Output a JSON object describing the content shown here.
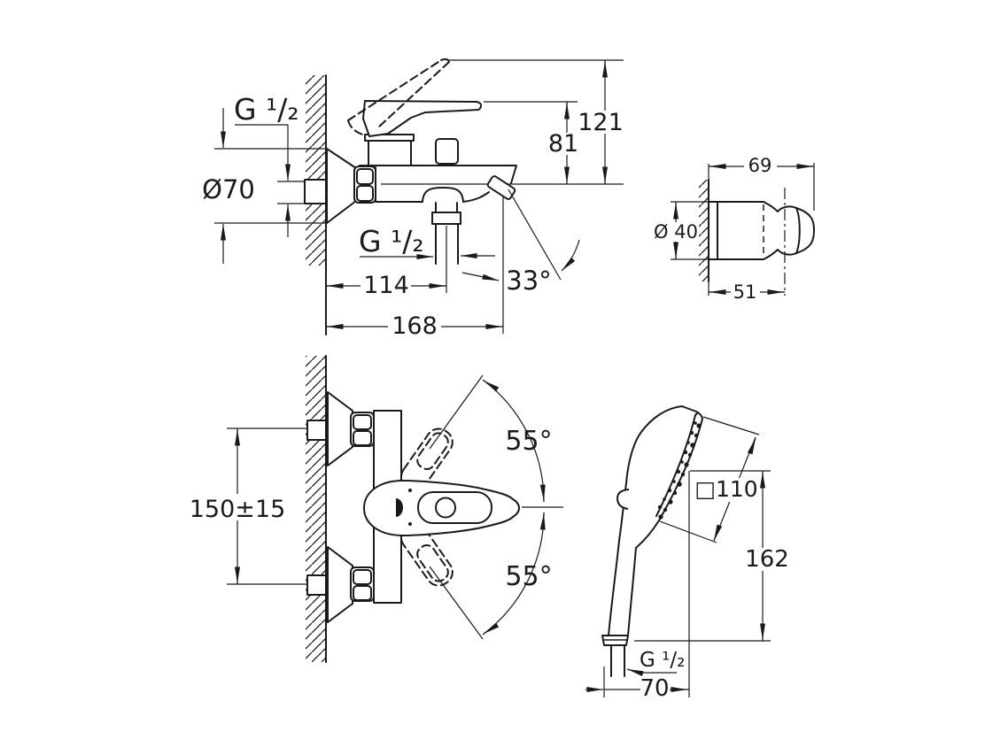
{
  "page": {
    "background": "#ffffff",
    "line_color": "#1a1a1a"
  },
  "drawing": {
    "kind": "product dimensional technical drawing",
    "product": "wall-mounted single-lever bath mixer with hand shower and wall holder",
    "views": {
      "mixer_side": {
        "name": "bath mixer side view",
        "labels": {
          "inlet_thread": "G ¹/₂",
          "escutcheon_dia": "Ø70",
          "height_total": "121",
          "height_body": "81",
          "outlet_thread": "G ¹/₂",
          "depth_outlet": "114",
          "spout_angle": "33°",
          "depth_total": "168"
        }
      },
      "holder": {
        "name": "shower holder side view",
        "labels": {
          "depth_total": "69",
          "base_dia": "Ø 40",
          "hook_depth": "51"
        }
      },
      "mixer_front": {
        "name": "bath mixer front view",
        "labels": {
          "connection_distance": "150±15",
          "lever_angle_up": "55°",
          "lever_angle_down": "55°"
        }
      },
      "hand_shower": {
        "name": "hand shower side view",
        "labels": {
          "head_size": "□110",
          "length": "162",
          "thread": "G ¹/₂",
          "width": "70"
        }
      }
    }
  }
}
